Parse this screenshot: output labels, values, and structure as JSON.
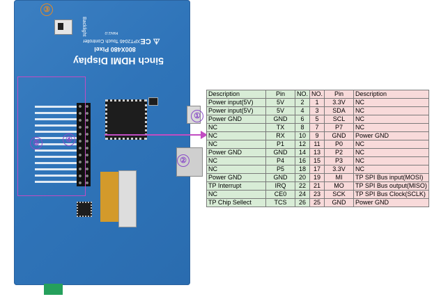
{
  "board": {
    "title": "5inch HDMI Display",
    "resolution": "800X480 Pixel",
    "controller": "XPT2046 Touch Controller",
    "revision": "Rev2.0",
    "backlight_label": "Backlight",
    "cert_marks": "⚠ CE"
  },
  "markers": {
    "m1": "①",
    "m2": "②",
    "m3": "③",
    "m4": "④",
    "m5": "⑤"
  },
  "table": {
    "headers": [
      "Description",
      "Pin",
      "NO.",
      "NO.",
      "Pin",
      "Description"
    ],
    "rows": [
      [
        "Power input(5V)",
        "5V",
        "2",
        "1",
        "3.3V",
        "NC"
      ],
      [
        "Power input(5V)",
        "5V",
        "4",
        "3",
        "SDA",
        "NC"
      ],
      [
        "Power GND",
        "GND",
        "6",
        "5",
        "SCL",
        "NC"
      ],
      [
        "NC",
        "TX",
        "8",
        "7",
        "P7",
        "NC"
      ],
      [
        "NC",
        "RX",
        "10",
        "9",
        "GND",
        "Power GND"
      ],
      [
        "NC",
        "P1",
        "12",
        "11",
        "P0",
        "NC"
      ],
      [
        "Power GND",
        "GND",
        "14",
        "13",
        "P2",
        "NC"
      ],
      [
        "NC",
        "P4",
        "16",
        "15",
        "P3",
        "NC"
      ],
      [
        "NC",
        "P5",
        "18",
        "17",
        "3.3V",
        "NC"
      ],
      [
        "Power GND",
        "GND",
        "20",
        "19",
        "MI",
        "TP SPI Bus input(MOSI)"
      ],
      [
        "TP Interrupt",
        "IRQ",
        "22",
        "21",
        "MO",
        "TP SPI Bus output(MISO)"
      ],
      [
        "NC",
        "CE0",
        "24",
        "23",
        "SCK",
        "TP SPI Bus Clock(SCLK)"
      ],
      [
        "TP Chip Sellect",
        "TCS",
        "26",
        "25",
        "GND",
        "Power GND"
      ]
    ]
  },
  "colors": {
    "board": "#2f74b9",
    "annotation": "#c24cc2",
    "left_cells": "#d8ecd6",
    "right_cells": "#f8dada"
  }
}
